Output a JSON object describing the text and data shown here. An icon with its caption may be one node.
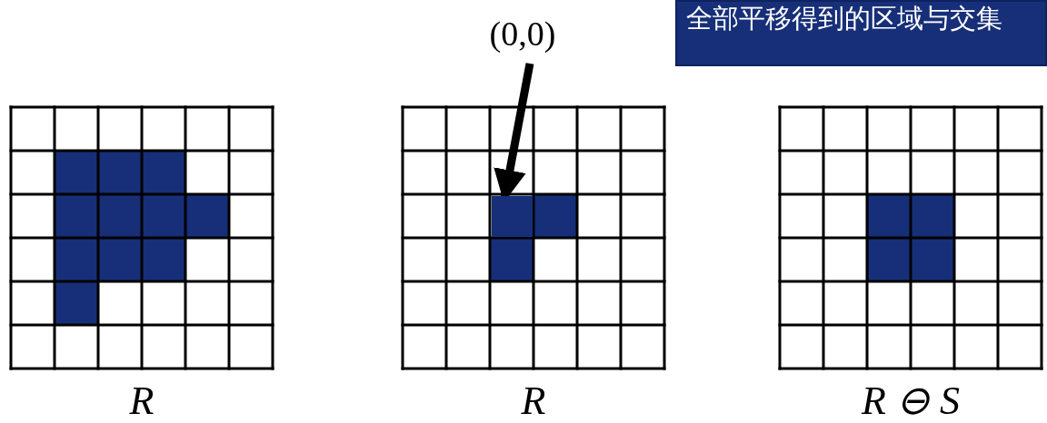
{
  "diagram": {
    "nodes": [
      {
        "text": [
          "全部平移得到的区域与交集"
        ]
      },
      {
        "text": [
          "(0,0)"
        ]
      },
      {
        "text": [],
        "shape": "box"
      }
    ],
    "edges": [
      {
        "from": 1,
        "to": 2,
        "arrow": "to"
      }
    ],
    "labels": [
      "R",
      "R",
      "R ⊖ S"
    ]
  }
}
